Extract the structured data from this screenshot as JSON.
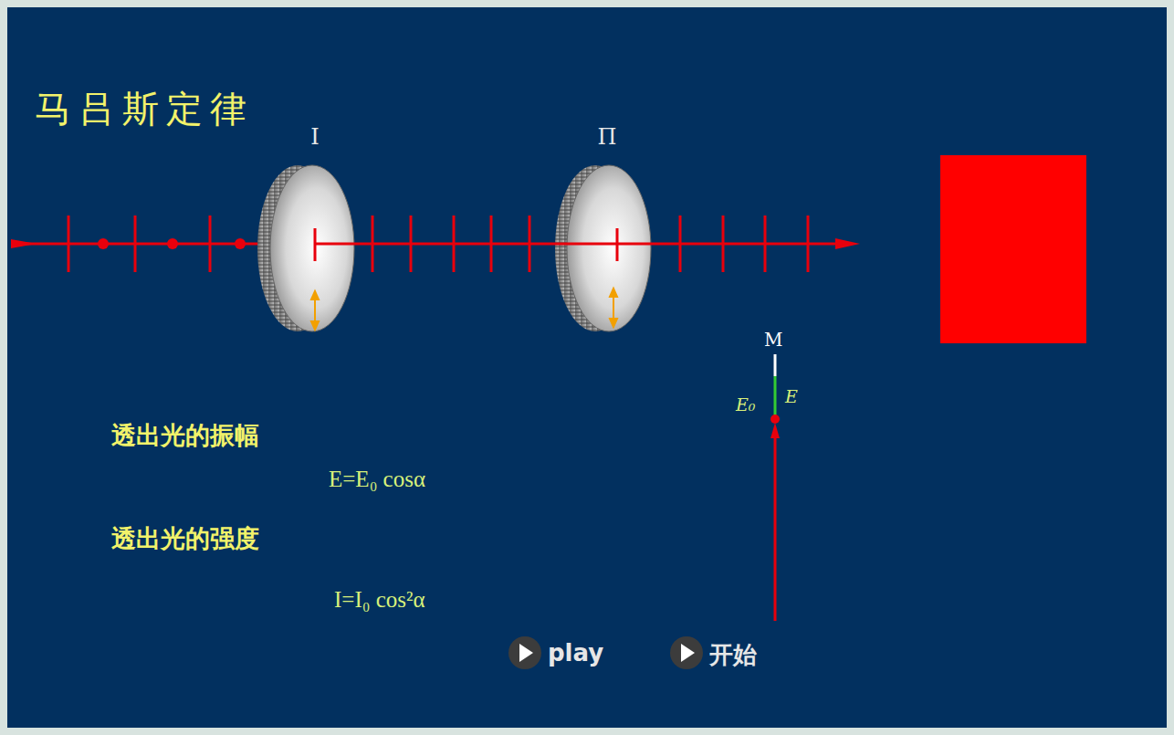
{
  "diagram": {
    "title": "马吕斯定律",
    "nodes": [
      {
        "text": [
          "I"
        ]
      },
      {
        "text": [
          "Π"
        ]
      },
      {
        "text": [
          "play"
        ]
      },
      {
        "text": [
          "开始"
        ]
      }
    ],
    "labels": [
      "M",
      "E₀",
      "E",
      "透出光的振幅",
      "E=E₀ cosα",
      "透出光的强度",
      "I=I₀ cos²α"
    ]
  }
}
